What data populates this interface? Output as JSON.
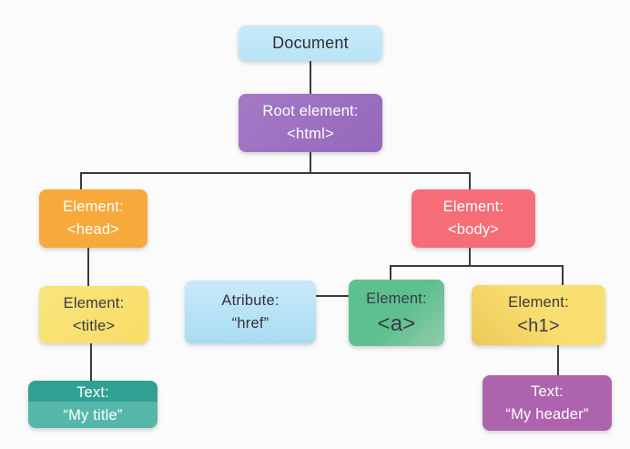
{
  "diagram": {
    "type": "tree",
    "topic": "DOM tree of an HTML document"
  },
  "nodes": {
    "document": {
      "lines": [
        "Document"
      ]
    },
    "root_element": {
      "lines": [
        "Root element:",
        "<html>"
      ]
    },
    "head": {
      "lines": [
        "Element:",
        "<head>"
      ]
    },
    "title": {
      "lines": [
        "Element:",
        "<title>"
      ]
    },
    "my_title": {
      "lines": [
        "Text:",
        "“My title”"
      ]
    },
    "body": {
      "lines": [
        "Element:",
        "<body>"
      ]
    },
    "atribute": {
      "lines": [
        "Atribute:",
        "“href”"
      ]
    },
    "a": {
      "lines": [
        "Element:",
        "<a>"
      ]
    },
    "h1": {
      "lines": [
        "Element:",
        "<h1>"
      ]
    },
    "my_header": {
      "lines": [
        "Text:",
        "“My header”"
      ]
    }
  },
  "colors": {
    "background": "#fbfbfb",
    "connector": "#3b3b3b",
    "document_box": "#bfe6f8",
    "root_box": "#9b6fc0",
    "head_box": "#f7a93b",
    "title_box": "#f9e272",
    "my_title_box_top": "#2fa093",
    "my_title_box_bottom": "#55b7a9",
    "body_box": "#f66d78",
    "atribute_box": "#bce3f6",
    "a_box": "#5fc08f",
    "h1_box": "#f8dc6a",
    "my_header_box": "#ae63ae",
    "dark_text": "#3a3a45",
    "light_text": "#ffffff"
  }
}
